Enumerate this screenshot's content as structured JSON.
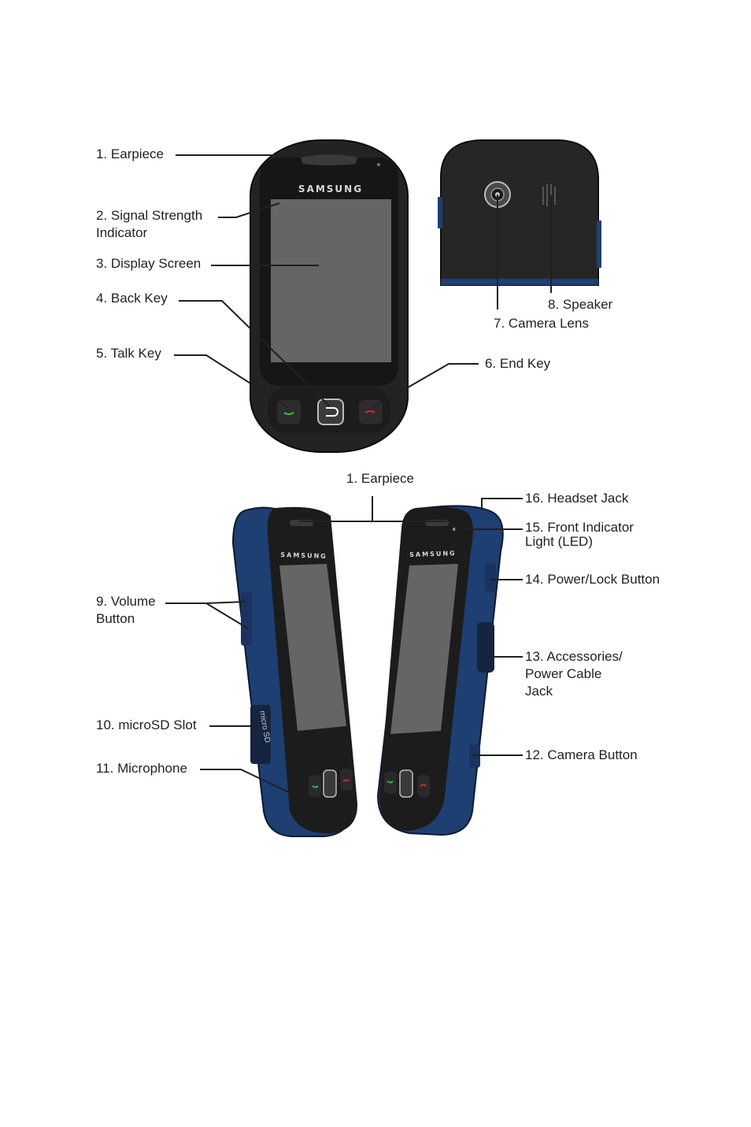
{
  "brand": "SAMSUNG",
  "microsd_mark": "micro SD",
  "labels": {
    "earpiece_top": "1. Earpiece",
    "signal_strength": "2. Signal Strength\nIndicator",
    "display_screen": "3. Display Screen",
    "back_key": "4. Back Key",
    "talk_key": "5. Talk Key",
    "end_key": "6. End Key",
    "camera_lens": "7. Camera Lens",
    "speaker": "8. Speaker",
    "earpiece_bottom": "1. Earpiece",
    "volume_button": "9. Volume\nButton",
    "microsd_slot": "10. microSD Slot",
    "microphone": "11. Microphone",
    "camera_button": "12. Camera Button",
    "accessories_jack": "13. Accessories/\nPower Cable\nJack",
    "power_lock": "14. Power/Lock Button",
    "front_led": "15. Front Indicator\nLight (LED)",
    "headset_jack": "16. Headset Jack"
  },
  "colors": {
    "body": "#222222",
    "bezel": "#141414",
    "screen": "#656565",
    "side_blue": "#1e3f72",
    "talk_green": "#3cb54a",
    "end_red": "#e0262d"
  }
}
